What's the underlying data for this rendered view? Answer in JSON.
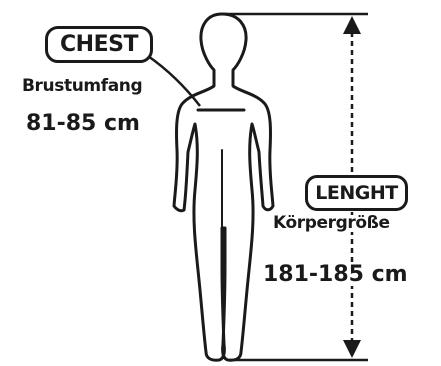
{
  "chest": {
    "label": "CHEST",
    "subtitle": "Brustumfang",
    "value": "81-85 cm"
  },
  "length": {
    "label": "LENGHT",
    "subtitle": "Körpergröße",
    "value": "181-185 cm"
  },
  "colors": {
    "ink": "#1a1a1a",
    "background": "#ffffff"
  }
}
